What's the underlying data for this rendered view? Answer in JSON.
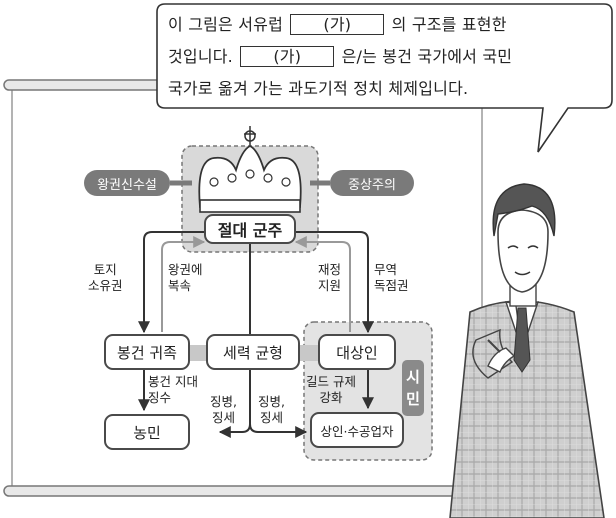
{
  "bubble": {
    "line1_pre": "이 그림은 서유럽",
    "blank": "(가)",
    "line1_post": "의 구조를 표현한",
    "line2_pre": "것입니다.",
    "line2_post": "은/는 봉건 국가에서 국민",
    "line3": "국가로 옮겨 가는 과도기적 정치 체제입니다."
  },
  "diagram": {
    "king": "절대 군주",
    "left_pill": "왕권신수설",
    "right_pill": "중상주의",
    "nobles": "봉건 귀족",
    "balance": "세력 균형",
    "merchants": "대상인",
    "peasants": "농민",
    "artisans": "상인·수공업자",
    "citizens": "시민",
    "edge_land": [
      "토지",
      "소유권"
    ],
    "edge_submit": [
      "왕권에",
      "복속"
    ],
    "edge_finance": [
      "재정",
      "지원"
    ],
    "edge_trade": [
      "무역",
      "독점권"
    ],
    "edge_rent": [
      "봉건 지대",
      "징수"
    ],
    "edge_levy_left": [
      "징병,",
      "징세"
    ],
    "edge_levy_right": [
      "징병,",
      "징세"
    ],
    "edge_guild": [
      "길드 규제",
      "강화"
    ]
  },
  "colors": {
    "line": "#333333",
    "shade": "#d9d9d9",
    "pill": "#7a7a7a",
    "board": "#f2f2f2"
  }
}
